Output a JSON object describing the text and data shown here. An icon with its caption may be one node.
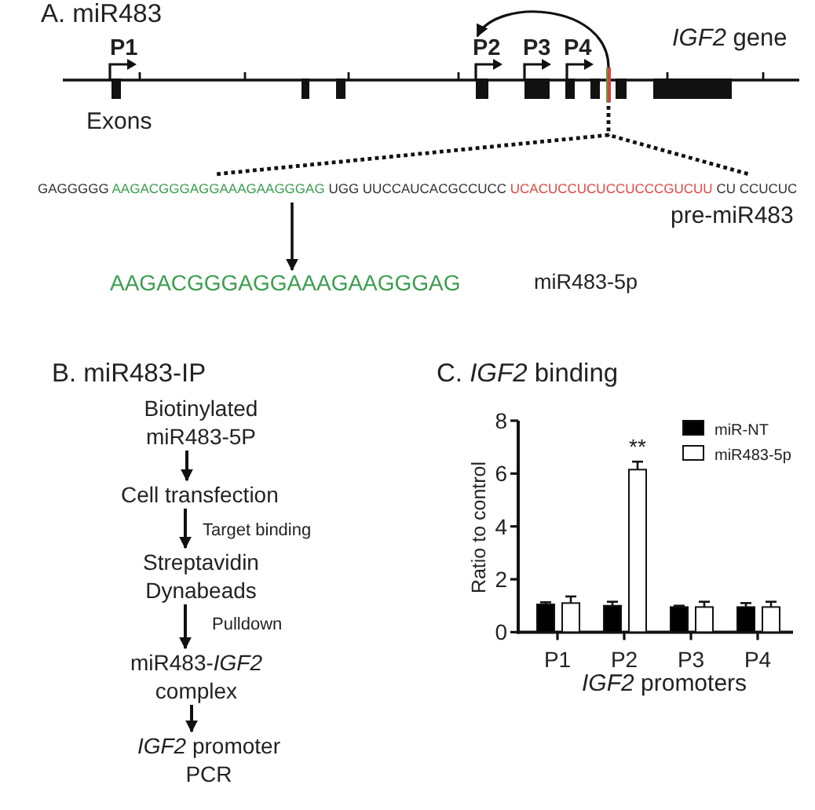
{
  "diagram": {
    "nodes": [
      {
        "text": [
          "P2"
        ]
      },
      {
        "text": [],
        "shape": "bar"
      },
      {
        "text": [
          "GAGGGGG",
          "AAGACGGGAGGAAAGAAGGGAG",
          "UGG UUCCAUCACGCCUCC",
          "UCACUCCUCUCCUCCCGUCUU",
          "CU CCUCUC"
        ],
        "beside": [
          "pre-miR483"
        ]
      },
      {
        "text": [
          "AAGACGGGAGGAAAGAAGGGAG"
        ],
        "beside": [
          "miR483-5p"
        ]
      },
      {
        "text": [
          "Biotinylated miR483-5P"
        ]
      },
      {
        "text": [
          "Cell transfection"
        ]
      },
      {
        "text": [
          "Streptavidin Dynabeads"
        ]
      },
      {
        "text": [
          "miR483-*IGF2* complex"
        ]
      },
      {
        "text": [
          "*IGF2* promoter PCR"
        ]
      }
    ],
    "edges": [
      {
        "from": 1,
        "to": 0,
        "arrow": "to"
      },
      {
        "from": 1,
        "to": 2,
        "arrow": "none",
        "style": "dashed"
      },
      {
        "from": 2,
        "to": 3,
        "arrow": "to"
      },
      {
        "from": 4,
        "to": 5,
        "arrow": "to"
      },
      {
        "from": 5,
        "to": 6,
        "arrow": "to",
        "label": "Target binding"
      },
      {
        "from": 6,
        "to": 7,
        "arrow": "to",
        "label": "Pulldown"
      },
      {
        "from": 7,
        "to": 8,
        "arrow": "to"
      }
    ],
    "labels": [
      "A. miR483",
      "P1",
      "P3",
      "P4",
      "*IGF2* gene",
      "Exons",
      "B. miR483-IP"
    ],
    "chart_data": {
      "type": "bar",
      "title": "C. *IGF2* binding",
      "xlabel": "*IGF2* promoters",
      "ylabel": "Ratio to control",
      "categories": [
        "P1",
        "P2",
        "P3",
        "P4"
      ],
      "series": [
        {
          "name": "miR-NT",
          "color": "#000000",
          "values": [
            1.05,
            1.0,
            0.95,
            0.95
          ]
        },
        {
          "name": "miR483-5p",
          "color": "#ffffff",
          "values": [
            1.1,
            6.15,
            0.95,
            0.95
          ]
        }
      ],
      "ylim": [
        0,
        8
      ],
      "yticks": [
        0,
        2,
        4,
        6,
        8
      ],
      "legend": "top-right",
      "annotations": [
        "**"
      ]
    }
  }
}
